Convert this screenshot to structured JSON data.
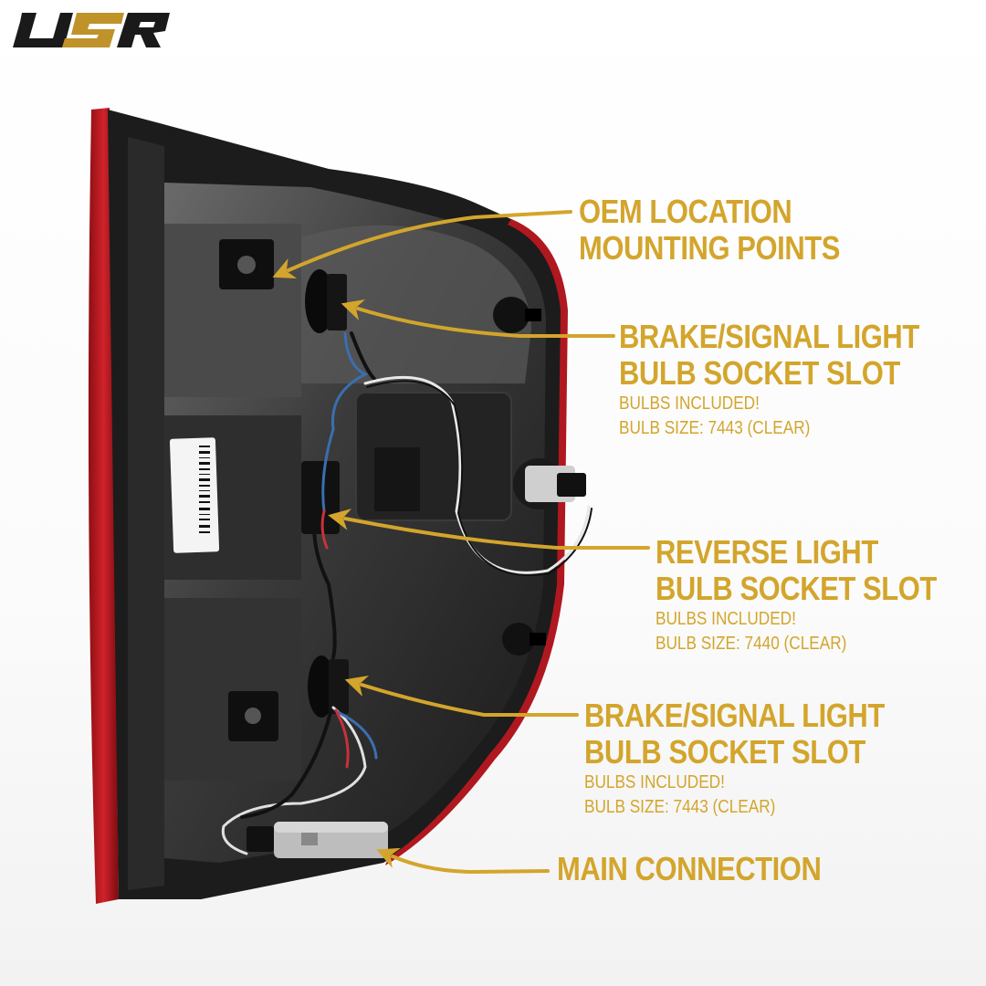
{
  "brand": {
    "logo_text": "USR",
    "accent_color": "#d3a52c",
    "logo_dark": "#1a1a1a",
    "logo_gold": "#c0922a"
  },
  "product": {
    "name": "tail-light-rear-housing",
    "label_sticker": "barcode label"
  },
  "callouts": [
    {
      "title_lines": [
        "OEM LOCATION",
        "MOUNTING POINTS"
      ],
      "details": []
    },
    {
      "title_lines": [
        "BRAKE/SIGNAL LIGHT",
        "BULB SOCKET SLOT"
      ],
      "details": [
        "BULBS INCLUDED!",
        "BULB SIZE: 7443 (CLEAR)"
      ]
    },
    {
      "title_lines": [
        "REVERSE LIGHT",
        "BULB SOCKET SLOT"
      ],
      "details": [
        "BULBS INCLUDED!",
        "BULB SIZE: 7440 (CLEAR)"
      ]
    },
    {
      "title_lines": [
        "BRAKE/SIGNAL LIGHT",
        "BULB SOCKET SLOT"
      ],
      "details": [
        "BULBS INCLUDED!",
        "BULB SIZE: 7443 (CLEAR)"
      ]
    },
    {
      "title_lines": [
        "MAIN CONNECTION"
      ],
      "details": []
    }
  ]
}
